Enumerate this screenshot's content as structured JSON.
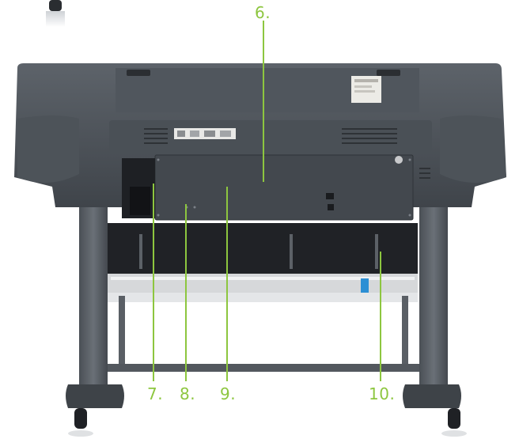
{
  "image": {
    "subject": "printer",
    "view": "rear",
    "background": "#ffffff",
    "callout_color": "#8dc63f"
  },
  "callouts": [
    {
      "label": "6."
    },
    {
      "label": "7."
    },
    {
      "label": "8."
    },
    {
      "label": "9."
    },
    {
      "label": "10."
    }
  ]
}
